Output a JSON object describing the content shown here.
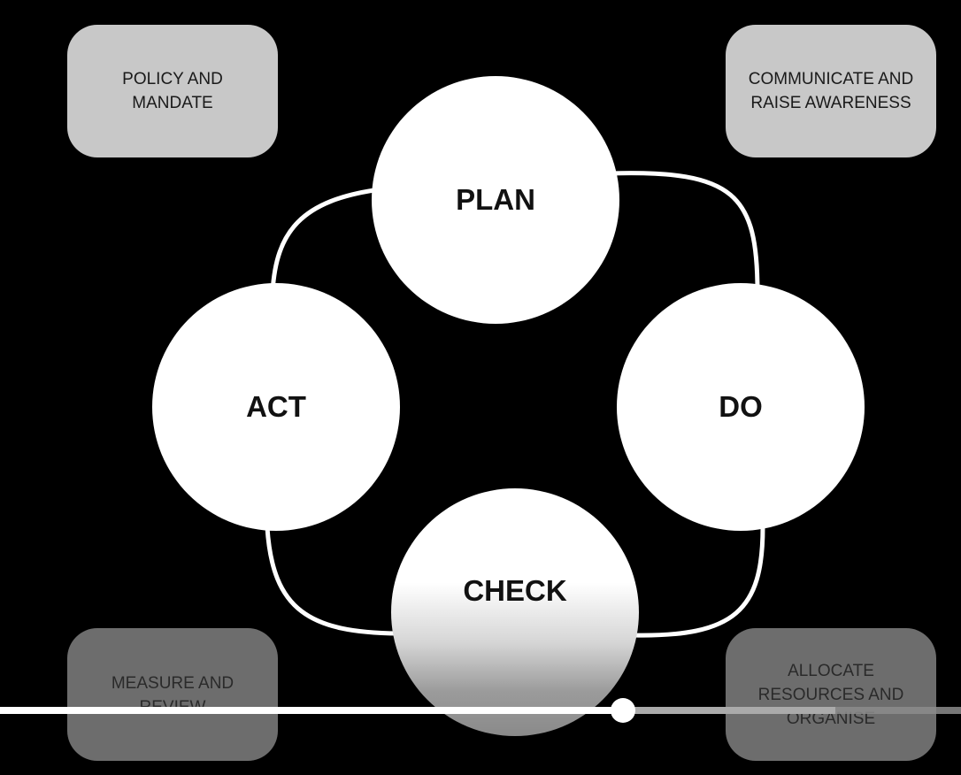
{
  "diagram": {
    "phases": {
      "plan": "PLAN",
      "do": "DO",
      "check": "CHECK",
      "act": "ACT"
    },
    "corners": {
      "top_left": "POLICY AND\nMANDATE",
      "top_right": "COMMUNICATE AND\nRAISE AWARENESS",
      "bottom_left": "MEASURE AND\nREVIEW",
      "bottom_right": "ALLOCATE\nRESOURCES AND\nORGANISE"
    }
  },
  "player": {
    "progress": 0.648
  },
  "colors": {
    "background": "#000000",
    "circle": "#ffffff",
    "box_top": "#c8c8c8",
    "box_bottom": "#6d6d6d"
  }
}
